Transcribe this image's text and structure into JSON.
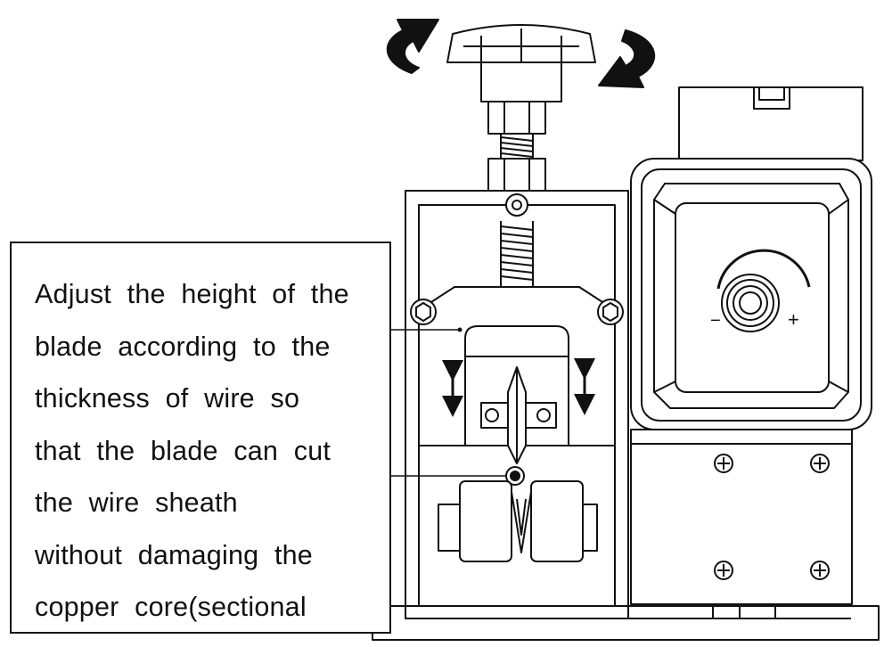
{
  "callout": {
    "lines": [
      "Adjust the height of the",
      "blade according to the",
      "thickness of wire so",
      "that the blade can cut",
      "the wire sheath",
      "without damaging the",
      "copper core(sectional"
    ]
  },
  "dial": {
    "minus_symbol": "−",
    "plus_symbol": "+"
  },
  "icons": [
    "rotate-left-arrow-icon",
    "rotate-right-arrow-icon",
    "up-down-arrow-icon",
    "screw-head-icon",
    "hex-bolt-icon"
  ],
  "colors": {
    "line": "#111111",
    "background": "#ffffff"
  }
}
